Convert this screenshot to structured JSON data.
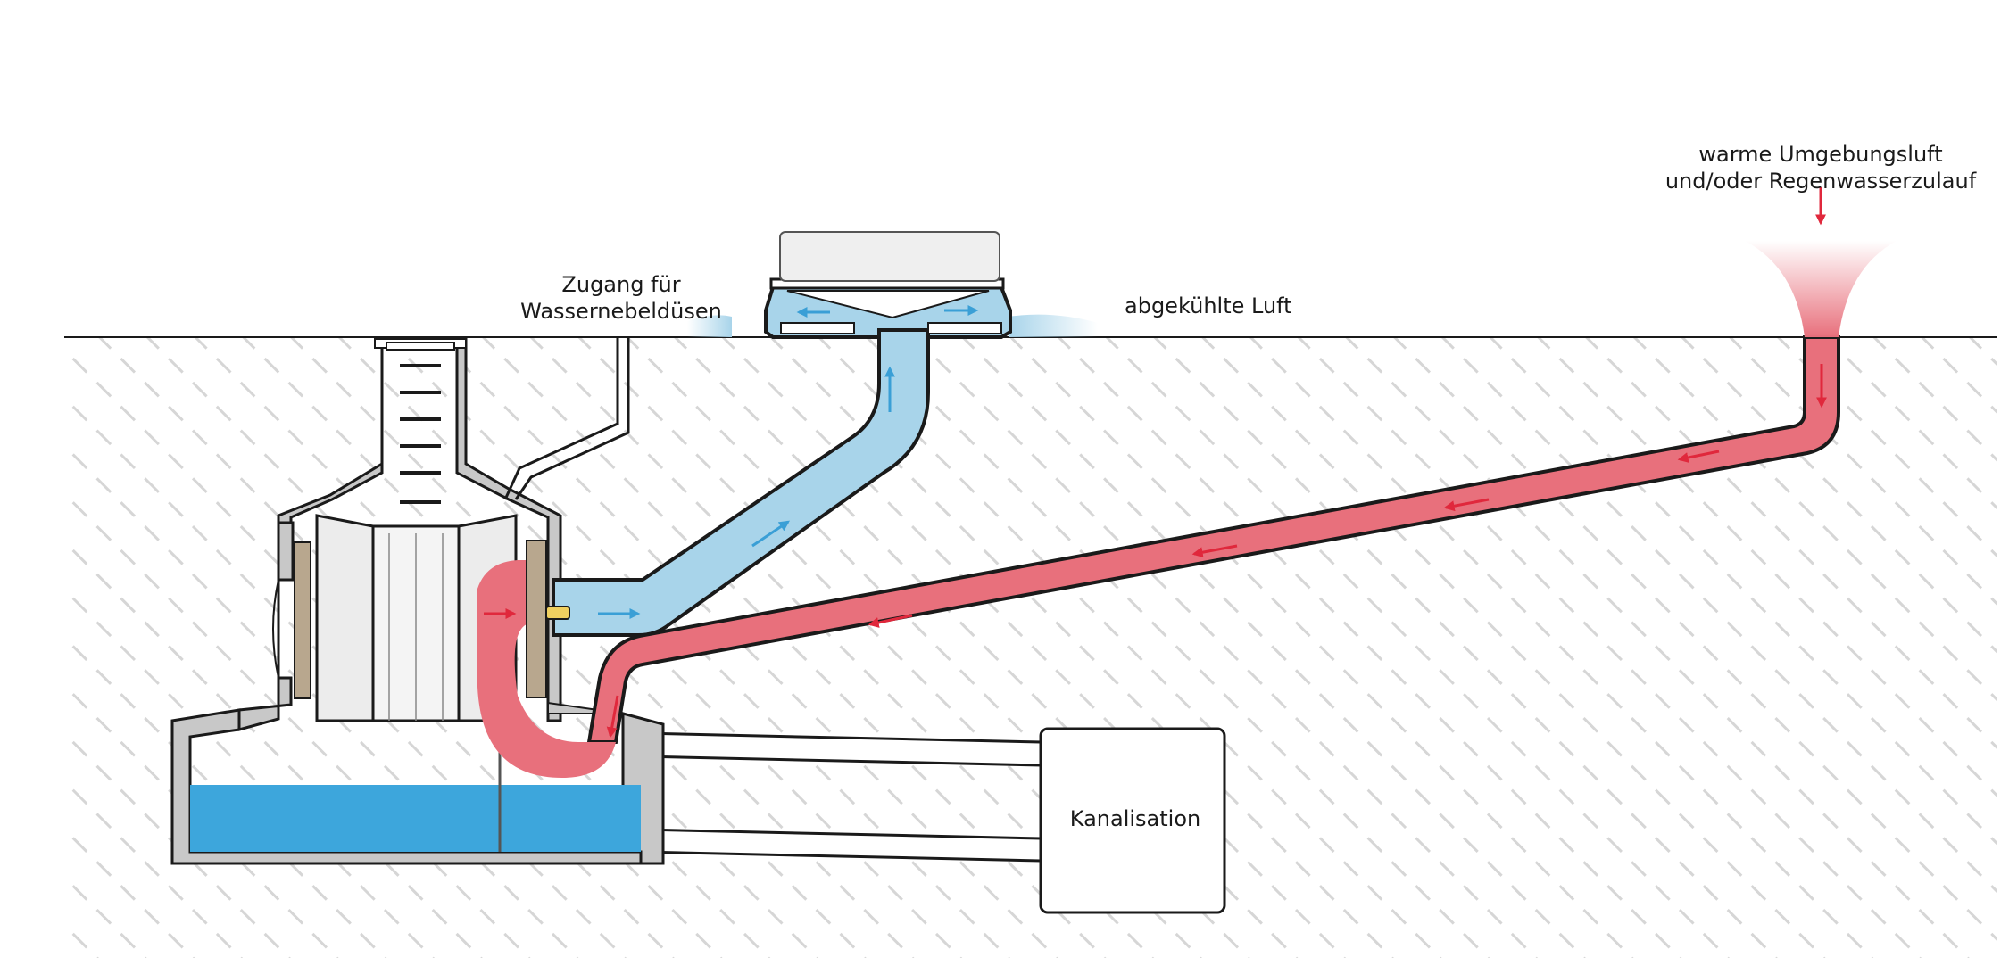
{
  "labels": {
    "access_line1": "Zugang für",
    "access_line2": "Wassernebeldüsen",
    "cooled_air": "abgekühlte Luft",
    "warm_line1": "warme Umgebungsluft",
    "warm_line2": "und/oder Regenwasserzulauf",
    "sewer": "Kanalisation"
  },
  "colors": {
    "warm_air": "#e8707c",
    "warm_arrow": "#e0283c",
    "cool_air": "#a8d4ea",
    "cool_arrow": "#3a9fd6",
    "water": "#3da6dc",
    "concrete": "#c8c8c8",
    "outline": "#1a1a1a",
    "soil_hatch": "#d6d6d6",
    "filter": "#b8a78e",
    "nozzle": "#f0d060"
  }
}
